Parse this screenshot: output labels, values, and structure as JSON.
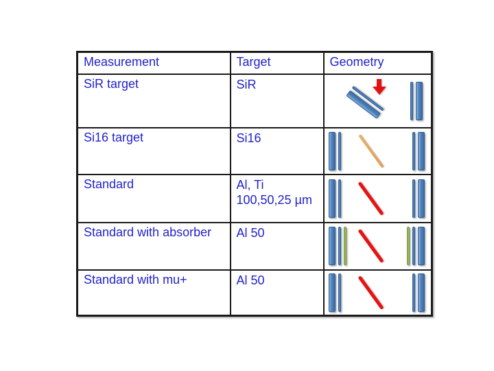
{
  "table": {
    "columns": [
      "Measurement",
      "Target",
      "Geometry"
    ],
    "rows": [
      {
        "measurement": "SiR target",
        "target_lines": [
          "SiR"
        ],
        "geometry": {
          "layout": "tilted",
          "tilted_bars": [
            "thick-blue",
            "thin-blue"
          ],
          "arrow": "red-down-arrow",
          "right_bars": [
            "thin-blue",
            "thick-blue"
          ]
        }
      },
      {
        "measurement": "Si16 target",
        "target_lines": [
          "Si16"
        ],
        "geometry": {
          "layout": "beamline",
          "left_bars": [
            "thick-blue",
            "thin-blue"
          ],
          "diagonal": "orange",
          "right_bars": [
            "thin-blue",
            "thick-blue"
          ]
        }
      },
      {
        "measurement": "Standard",
        "target_lines": [
          "Al, Ti",
          "100,50,25 µm"
        ],
        "geometry": {
          "layout": "beamline",
          "left_bars": [
            "thick-blue",
            "thin-blue"
          ],
          "diagonal": "red",
          "right_bars": [
            "thin-blue",
            "thick-blue"
          ]
        }
      },
      {
        "measurement": "Standard with absorber",
        "target_lines": [
          "Al 50"
        ],
        "geometry": {
          "layout": "beamline",
          "left_bars": [
            "thick-blue",
            "thin-blue",
            "thin-green"
          ],
          "diagonal": "red",
          "right_bars": [
            "thin-green",
            "thin-blue",
            "thick-blue"
          ]
        }
      },
      {
        "measurement": "Standard with mu+",
        "target_lines": [
          "Al 50"
        ],
        "geometry": {
          "layout": "beamline",
          "left_bars": [
            "thick-blue",
            "thin-blue"
          ],
          "diagonal": "red",
          "right_bars": [
            "thin-blue",
            "thick-blue"
          ]
        }
      }
    ]
  },
  "colors": {
    "text": "#2222cc",
    "table_border": "#1a1a1a",
    "bar_blue": "#4f81bd",
    "bar_blue_dark": "#2f5d91",
    "bar_green": "#9bbb59",
    "diagonal_orange": "#dfa058",
    "diagonal_red": "#e81212",
    "arrow_red": "#e31212"
  }
}
